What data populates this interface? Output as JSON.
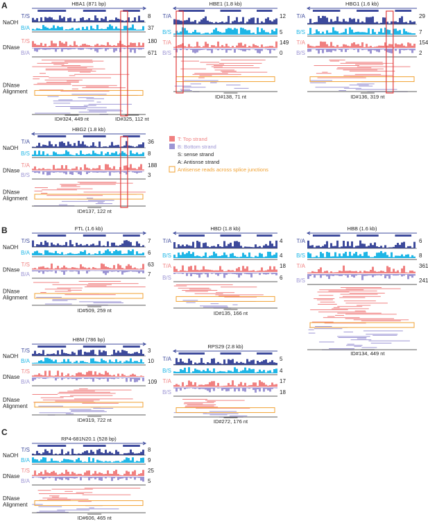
{
  "colors": {
    "navy": "#3d4a9c",
    "cyan": "#1fb6e6",
    "salmon": "#f08080",
    "lavender": "#9c95d4",
    "red": "#e23b3b",
    "orange": "#f0a030",
    "gene": "#3d4a9c",
    "text": "#222222"
  },
  "legend": [
    {
      "key": "T",
      "text": "T: Top strand",
      "color": "#f08080",
      "swatch": true
    },
    {
      "key": "B",
      "text": "B: Bottom strand",
      "color": "#9c95d4",
      "swatch": true
    },
    {
      "key": "S",
      "text": "S: sense strand",
      "color": "#222222",
      "swatch": false
    },
    {
      "key": "A",
      "text": "A: Antisnse strand",
      "color": "#222222",
      "swatch": false
    },
    {
      "key": "O",
      "text": "Antisense reads across splice junctions",
      "color": "#f0a030",
      "swatch": "box"
    }
  ],
  "sections": [
    {
      "letter": "A",
      "panels": [
        {
          "id": "hba1",
          "title": "HBA1 (871 bp)",
          "dir": "right",
          "naoh": [
            {
              "label": "T/S",
              "value": "8",
              "color": "navy"
            },
            {
              "label": "B/A",
              "value": "37",
              "color": "cyan"
            }
          ],
          "dnase": [
            {
              "label": "T/S",
              "value": "180",
              "color": "salmon"
            },
            {
              "label": "B/A",
              "value": "671",
              "color": "lavender"
            }
          ],
          "footers": [
            {
              "text": "ID#324, 449 nt"
            },
            {
              "text": "ID#325, 112 nt"
            }
          ]
        },
        {
          "id": "hbe1",
          "title": "HBE1 (1.8 kb)",
          "dir": "left",
          "naoh": [
            {
              "label": "T/A",
              "value": "12",
              "color": "navy"
            },
            {
              "label": "B/S",
              "value": "5",
              "color": "cyan"
            }
          ],
          "dnase": [
            {
              "label": "T/A",
              "value": "149",
              "color": "salmon"
            },
            {
              "label": "B/S",
              "value": "0",
              "color": "lavender"
            }
          ],
          "footers": [
            {
              "text": "ID#138, 71 nt"
            }
          ]
        },
        {
          "id": "hbg1",
          "title": "HBG1 (1.6 kb)",
          "dir": "left",
          "naoh": [
            {
              "label": "T/A",
              "value": "29",
              "color": "navy"
            },
            {
              "label": "B/S",
              "value": "7",
              "color": "cyan"
            }
          ],
          "dnase": [
            {
              "label": "T/A",
              "value": "154",
              "color": "salmon"
            },
            {
              "label": "B/S",
              "value": "2",
              "color": "lavender"
            }
          ],
          "footers": [
            {
              "text": "ID#136, 319 nt"
            }
          ]
        },
        {
          "id": "hbg2",
          "title": "HBG2 (1.8 kb)",
          "dir": "left",
          "naoh": [
            {
              "label": "T/A",
              "value": "36",
              "color": "navy"
            },
            {
              "label": "B/S",
              "value": "8",
              "color": "cyan"
            }
          ],
          "dnase": [
            {
              "label": "T/A",
              "value": "188",
              "color": "salmon"
            },
            {
              "label": "B/S",
              "value": "3",
              "color": "lavender"
            }
          ],
          "footers": [
            {
              "text": "ID#137, 122 nt"
            }
          ]
        }
      ]
    },
    {
      "letter": "B",
      "panels": [
        {
          "id": "ftl",
          "title": "FTL (1.6 kb)",
          "dir": "right",
          "naoh": [
            {
              "label": "T/S",
              "value": "7",
              "color": "navy"
            },
            {
              "label": "B/A",
              "value": "6",
              "color": "cyan"
            }
          ],
          "dnase": [
            {
              "label": "T/S",
              "value": "63",
              "color": "salmon"
            },
            {
              "label": "B/A",
              "value": "7",
              "color": "lavender"
            }
          ],
          "footers": [
            {
              "text": "ID#509, 259 nt"
            }
          ]
        },
        {
          "id": "hbd",
          "title": "HBD (1.8 kb)",
          "dir": "left",
          "naoh": [
            {
              "label": "T/A",
              "value": "4",
              "color": "navy"
            },
            {
              "label": "B/S",
              "value": "4",
              "color": "cyan"
            }
          ],
          "dnase": [
            {
              "label": "T/A",
              "value": "18",
              "color": "salmon"
            },
            {
              "label": "B/S",
              "value": "6",
              "color": "lavender"
            }
          ],
          "footers": [
            {
              "text": "ID#135, 166 nt"
            }
          ]
        },
        {
          "id": "hbb",
          "title": "HBB (1.6 kb)",
          "dir": "left",
          "naoh": [
            {
              "label": "T/A",
              "value": "6",
              "color": "navy"
            },
            {
              "label": "B/S",
              "value": "8",
              "color": "cyan"
            }
          ],
          "dnase": [
            {
              "label": "T/A",
              "value": "361",
              "color": "salmon"
            },
            {
              "label": "B/S",
              "value": "241",
              "color": "lavender"
            }
          ],
          "footers": [
            {
              "text": "ID#134, 449 nt"
            }
          ]
        },
        {
          "id": "hbm",
          "title": "HBM (786 bp)",
          "dir": "right",
          "naoh": [
            {
              "label": "T/S",
              "value": "3",
              "color": "navy"
            },
            {
              "label": "B/A",
              "value": "10",
              "color": "cyan"
            }
          ],
          "dnase": [
            {
              "label": "T/S",
              "value": "",
              "color": "salmon"
            },
            {
              "label": "B/A",
              "value": "109",
              "color": "lavender"
            }
          ],
          "footers": [
            {
              "text": "ID#319, 722 nt"
            }
          ]
        },
        {
          "id": "rps29",
          "title": "RPS29 (2.8 kb)",
          "dir": "left",
          "naoh": [
            {
              "label": "T/A",
              "value": "5",
              "color": "navy"
            },
            {
              "label": "B/S",
              "value": "4",
              "color": "cyan"
            }
          ],
          "dnase": [
            {
              "label": "T/A",
              "value": "17",
              "color": "salmon"
            },
            {
              "label": "B/S",
              "value": "18",
              "color": "lavender"
            }
          ],
          "footers": [
            {
              "text": "ID#272, 176 nt"
            }
          ]
        }
      ]
    },
    {
      "letter": "C",
      "panels": [
        {
          "id": "rp4",
          "title": "RP4-681N20.1 (528 bp)",
          "dir": "right",
          "naoh": [
            {
              "label": "T/S",
              "value": "8",
              "color": "navy"
            },
            {
              "label": "B/A",
              "value": "9",
              "color": "cyan"
            }
          ],
          "dnase": [
            {
              "label": "T/S",
              "value": "25",
              "color": "salmon"
            },
            {
              "label": "B/A",
              "value": "5",
              "color": "lavender"
            }
          ],
          "footers": [
            {
              "text": "ID#606, 465 nt"
            }
          ]
        }
      ]
    }
  ],
  "row_labels": {
    "naoh": "NaOH",
    "dnase": "DNase",
    "alignment_line1": "DNase",
    "alignment_line2": "Alignment"
  }
}
